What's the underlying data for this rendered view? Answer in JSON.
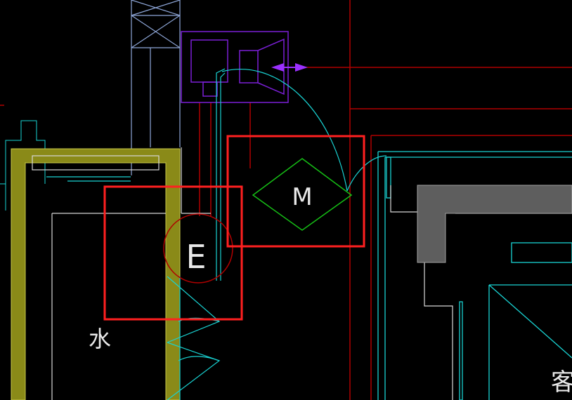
{
  "labels": {
    "motor": "M",
    "exhaust": "E",
    "water": "水",
    "room_partial": "客"
  },
  "colors": {
    "background": "#000000",
    "wall_yellow": "#8a8a18",
    "wall_white": "#d8d8d8",
    "cyan": "#19d3d3",
    "red_line": "#b00000",
    "purple": "#7a1fd6",
    "arrow": "#9b30ff",
    "green": "#16c116",
    "highlight": "#ff2020",
    "gray_fill": "#5e5e5e",
    "blue_grey": "#8ea6d8"
  }
}
